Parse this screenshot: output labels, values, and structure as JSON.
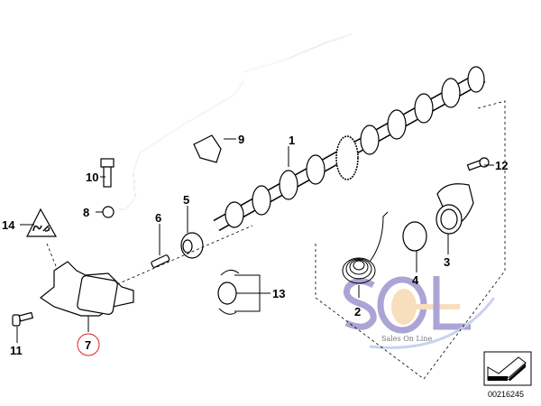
{
  "diagram": {
    "labels": {
      "p1": "1",
      "p2": "2",
      "p3": "3",
      "p4": "4",
      "p5": "5",
      "p6": "6",
      "p7": "7",
      "p8": "8",
      "p9": "9",
      "p10": "10",
      "p11": "11",
      "p12": "12",
      "p13": "13",
      "p14": "14"
    },
    "highlighted_part": "7",
    "highlight_color": "#e02020",
    "catalog_number": "00216245"
  },
  "watermark": {
    "text": "SOL",
    "subtitle": "Sales On Line"
  }
}
